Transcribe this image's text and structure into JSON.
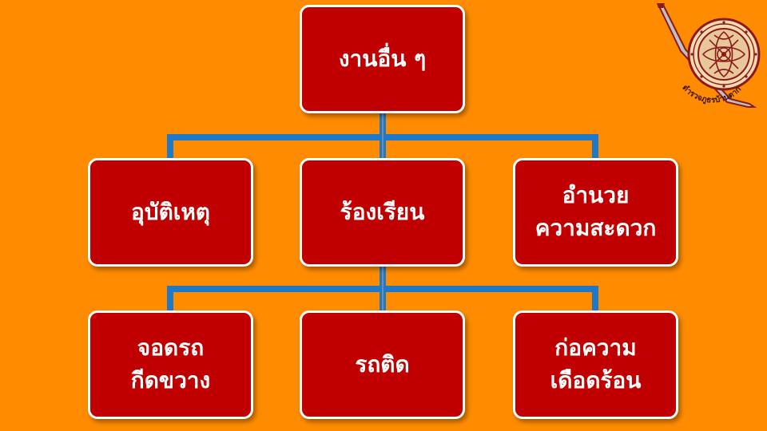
{
  "colors": {
    "background": "#FF8C00",
    "box_fill": "#C00000",
    "box_border": "#FFFFFF",
    "connector": "#1F78C8",
    "text": "#FFFFFF",
    "seal": "#8B1A1A"
  },
  "diagram": {
    "root": {
      "label": "งานอื่น ๆ"
    },
    "level1": [
      {
        "label": "อุบัติเหตุ"
      },
      {
        "label": "ร้องเรียน"
      },
      {
        "label": "อำนวย\nความสะดวก"
      }
    ],
    "level2": [
      {
        "label": "จอดรถ\nกีดขวาง"
      },
      {
        "label": "รถติด"
      },
      {
        "label": "ก่อความ\nเดือดร้อน"
      }
    ]
  },
  "logo": {
    "icon": "police-seal-icon",
    "text": "ตำรวจภูธรบ้านตาก"
  }
}
